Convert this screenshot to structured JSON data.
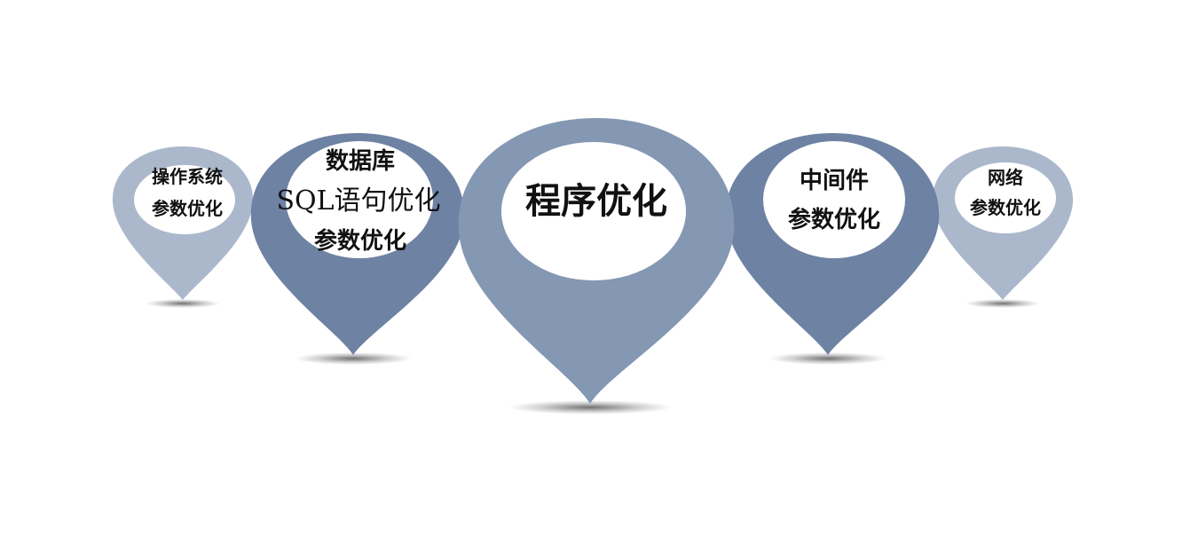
{
  "pins": [
    {
      "id": "os",
      "lines": [
        "操作系统",
        "参数优化"
      ],
      "color": "#abb8cc"
    },
    {
      "id": "database",
      "lines": [
        "数据库",
        "SQL语句优化",
        "参数优化"
      ],
      "color": "#6e82a3"
    },
    {
      "id": "program",
      "lines": [
        "程序优化"
      ],
      "color": "#8497b3"
    },
    {
      "id": "middleware",
      "lines": [
        "中间件",
        "参数优化"
      ],
      "color": "#6e82a3"
    },
    {
      "id": "network",
      "lines": [
        "网络",
        "参数优化"
      ],
      "color": "#abb8cc"
    }
  ]
}
